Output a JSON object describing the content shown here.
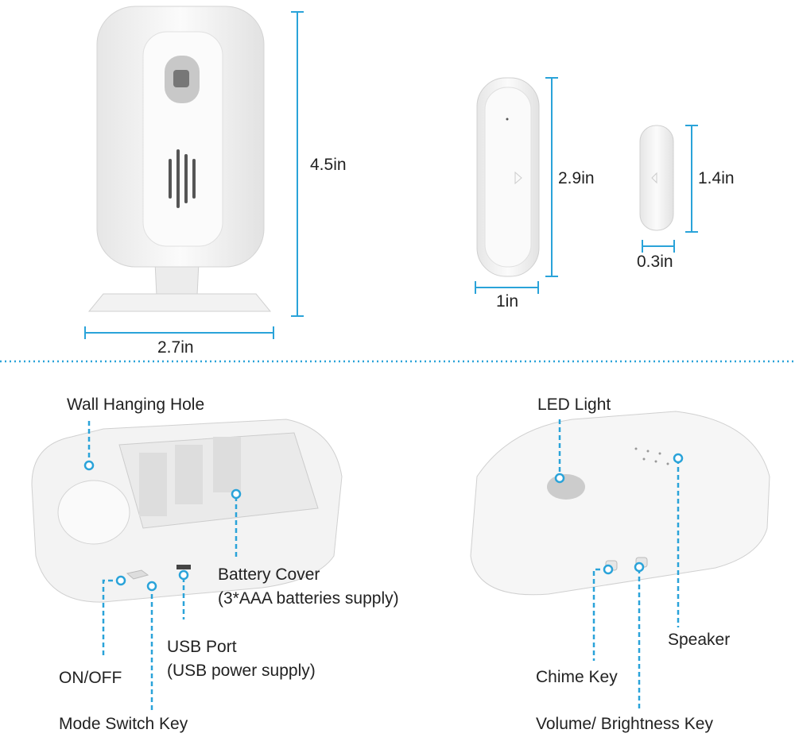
{
  "colors": {
    "accent": "#2aa3d9",
    "device": "#f4f4f4",
    "outline": "#d8d8d8"
  },
  "dimensions": {
    "main_height": "4.5in",
    "main_width": "2.7in",
    "sensor_height": "2.9in",
    "sensor_width": "1in",
    "magnet_height": "1.4in",
    "magnet_width": "0.3in"
  },
  "receiver_back": {
    "wall_hole": "Wall Hanging Hole",
    "battery_cover": "Battery Cover",
    "battery_note": "(3*AAA batteries supply)",
    "usb_port": "USB Port",
    "usb_note": "(USB power supply)",
    "on_off": "ON/OFF",
    "mode_switch": "Mode Switch Key"
  },
  "receiver_front": {
    "led": "LED Light",
    "speaker": "Speaker",
    "chime": "Chime Key",
    "volume": "Volume/ Brightness Key"
  }
}
